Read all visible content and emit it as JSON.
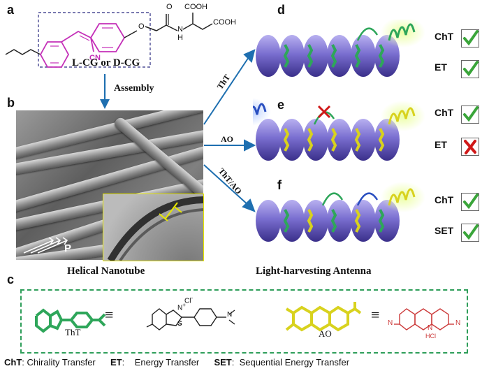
{
  "panels": {
    "a": "a",
    "b": "b",
    "c": "c",
    "d": "d",
    "e": "e",
    "f": "f"
  },
  "molecule": {
    "cooh_top": "COOH",
    "cooh_right": "COOH",
    "oxygen": "O",
    "nh": "N",
    "h": "H",
    "carbonyl_o": "O",
    "cn": "CN",
    "name": "L-CG or D-CG"
  },
  "assembly_label": "Assembly",
  "helical_nanotube_label": "Helical Nanotube",
  "light_harvesting_label": "Light-harvesting Antenna",
  "sem_label": "P",
  "arrows": {
    "tht": "ThT",
    "ao": "AO",
    "tht_ao": "ThT/AO"
  },
  "rows": [
    {
      "key": "d",
      "labels": [
        "ChT",
        "ET"
      ],
      "marks": [
        "check",
        "check"
      ]
    },
    {
      "key": "e",
      "labels": [
        "ChT",
        "ET"
      ],
      "marks": [
        "check",
        "cross"
      ]
    },
    {
      "key": "f",
      "labels": [
        "ChT",
        "SET"
      ],
      "marks": [
        "check",
        "check"
      ]
    }
  ],
  "dyes": {
    "tht_name": "ThT",
    "ao_name": "AO",
    "equiv": "≡",
    "n_plus": "N",
    "plus": "+",
    "cl": "Cl",
    "minus": "-",
    "s": "S",
    "n_right": "N",
    "n_ao_left": "N",
    "n_ao_right": "N",
    "n_ao_mid": "N",
    "hcl": "HCl"
  },
  "legend": {
    "cht_abbr": "ChT",
    "cht_full": ": Chirality Transfer",
    "et_abbr": "ET",
    "et_full": ":    Energy Transfer",
    "set_abbr": "SET",
    "set_full": ":  Sequential Energy Transfer"
  },
  "colors": {
    "molecule_magenta": "#c42fb8",
    "tht_green": "#2ea65a",
    "ao_yellow": "#d8d21e",
    "ao_red": "#cc3a3a",
    "tube_purple": "#7a6fd0",
    "arrow_blue": "#1e6fb0",
    "check_green": "#3aa53a",
    "cross_red": "#d01818",
    "box_green": "#2e9e5a",
    "inset_yellow": "#e6e600"
  }
}
